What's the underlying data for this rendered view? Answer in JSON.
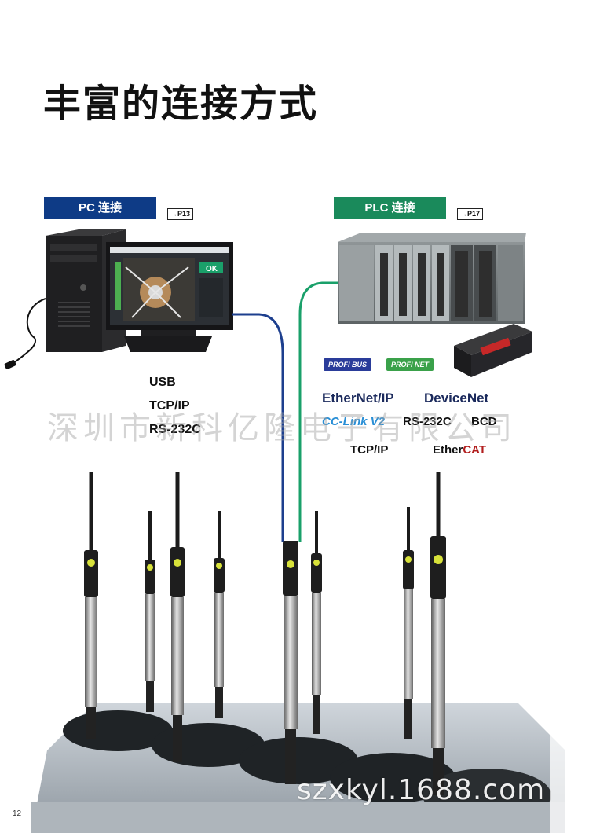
{
  "page": {
    "title": "丰富的连接方式",
    "page_number": "12"
  },
  "pc_section": {
    "tab_label": "PC 连接",
    "page_ref": "→P13",
    "interfaces": [
      "USB",
      "TCP/IP",
      "RS-232C"
    ],
    "screen_badge": "OK"
  },
  "plc_section": {
    "tab_label": "PLC 连接",
    "page_ref": "→P17",
    "logos": [
      "PROFI BUS",
      "PROFI NET"
    ],
    "interfaces": {
      "ethernetip": "EtherNet/IP",
      "devicenet": "DeviceNet",
      "cclink": "CC-Link V2",
      "rs232c": "RS-232C",
      "bcd": "BCD",
      "tcpip": "TCP/IP",
      "ethercat_prefix": "Ether",
      "ethercat_suffix": "CAT"
    }
  },
  "watermarks": {
    "center": "深圳市新科亿隆电子有限公司",
    "bottom": "szxkyl.1688.com"
  },
  "colors": {
    "pc_tab": "#0e3b86",
    "plc_tab": "#1a8a5b",
    "pc_cable": "#1d3f8e",
    "plc_cable": "#1aa06a"
  }
}
